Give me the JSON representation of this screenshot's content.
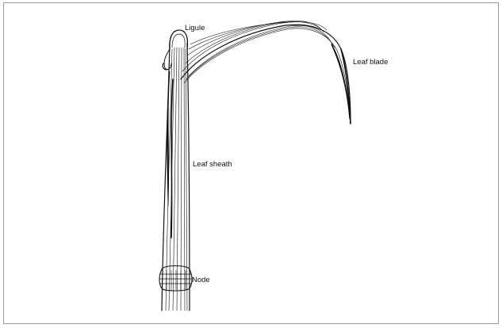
{
  "figure": {
    "labels": {
      "ligule": "Ligule",
      "leaf_blade": "Leaf blade",
      "leaf_sheath": "Leaf sheath",
      "node": "Node"
    },
    "colors": {
      "ink": "#111111",
      "frame": "#9a9a9a",
      "background": "#ffffff"
    }
  }
}
